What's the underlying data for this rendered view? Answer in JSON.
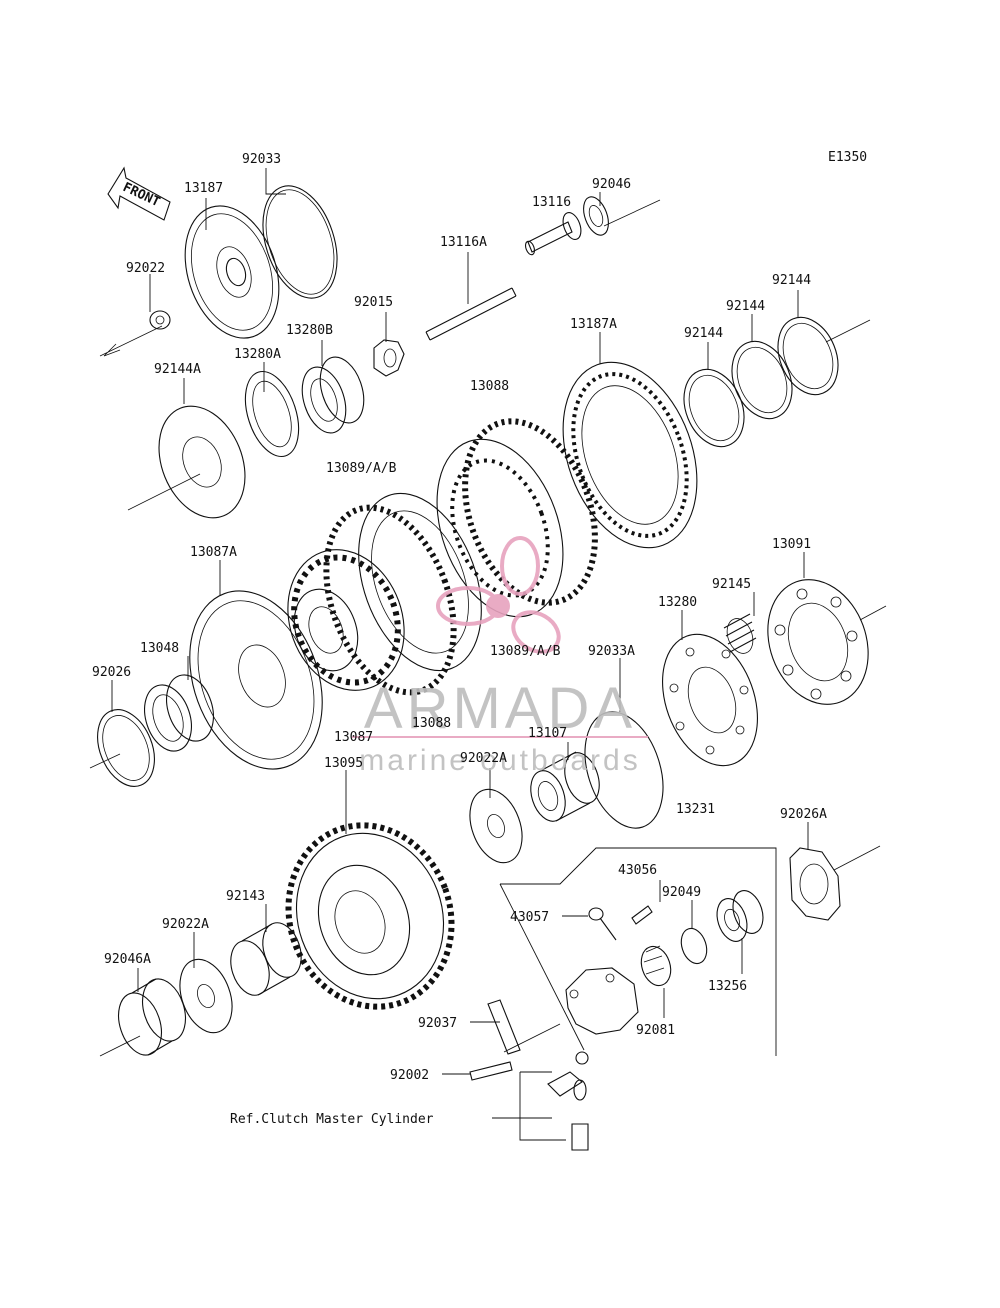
{
  "diagram": {
    "code": "E1350",
    "front_label": "FRONT",
    "reference_note": "Ref.Clutch Master Cylinder",
    "watermark": {
      "brand": "ARMADA",
      "tagline": "marine outboards",
      "brand_color": "#bdbdbd",
      "accent_color": "#e7a2be"
    },
    "parts": [
      {
        "id": "92033",
        "label": "92033"
      },
      {
        "id": "13187",
        "label": "13187"
      },
      {
        "id": "92022",
        "label": "92022"
      },
      {
        "id": "92046",
        "label": "92046"
      },
      {
        "id": "13116",
        "label": "13116"
      },
      {
        "id": "13116A",
        "label": "13116A"
      },
      {
        "id": "92015",
        "label": "92015"
      },
      {
        "id": "13280B",
        "label": "13280B"
      },
      {
        "id": "13280A",
        "label": "13280A"
      },
      {
        "id": "92144A",
        "label": "92144A"
      },
      {
        "id": "92144-a",
        "label": "92144"
      },
      {
        "id": "92144-b",
        "label": "92144"
      },
      {
        "id": "92144-c",
        "label": "92144"
      },
      {
        "id": "13187A",
        "label": "13187A"
      },
      {
        "id": "13088-top",
        "label": "13088"
      },
      {
        "id": "13089AB-top",
        "label": "13089/A/B"
      },
      {
        "id": "13087A",
        "label": "13087A"
      },
      {
        "id": "13091",
        "label": "13091"
      },
      {
        "id": "92145",
        "label": "92145"
      },
      {
        "id": "13280",
        "label": "13280"
      },
      {
        "id": "13048",
        "label": "13048"
      },
      {
        "id": "92026",
        "label": "92026"
      },
      {
        "id": "13089AB-bottom",
        "label": "13089/A/B"
      },
      {
        "id": "92033A",
        "label": "92033A"
      },
      {
        "id": "13088-bottom",
        "label": "13088"
      },
      {
        "id": "13087",
        "label": "13087"
      },
      {
        "id": "13107",
        "label": "13107"
      },
      {
        "id": "92022A-top",
        "label": "92022A"
      },
      {
        "id": "13095",
        "label": "13095"
      },
      {
        "id": "13231",
        "label": "13231"
      },
      {
        "id": "92026A",
        "label": "92026A"
      },
      {
        "id": "43056",
        "label": "43056"
      },
      {
        "id": "92049",
        "label": "92049"
      },
      {
        "id": "43057",
        "label": "43057"
      },
      {
        "id": "13256",
        "label": "13256"
      },
      {
        "id": "92143",
        "label": "92143"
      },
      {
        "id": "92022A-bottom",
        "label": "92022A"
      },
      {
        "id": "92046A",
        "label": "92046A"
      },
      {
        "id": "92081",
        "label": "92081"
      },
      {
        "id": "92037",
        "label": "92037"
      },
      {
        "id": "92002",
        "label": "92002"
      }
    ]
  }
}
